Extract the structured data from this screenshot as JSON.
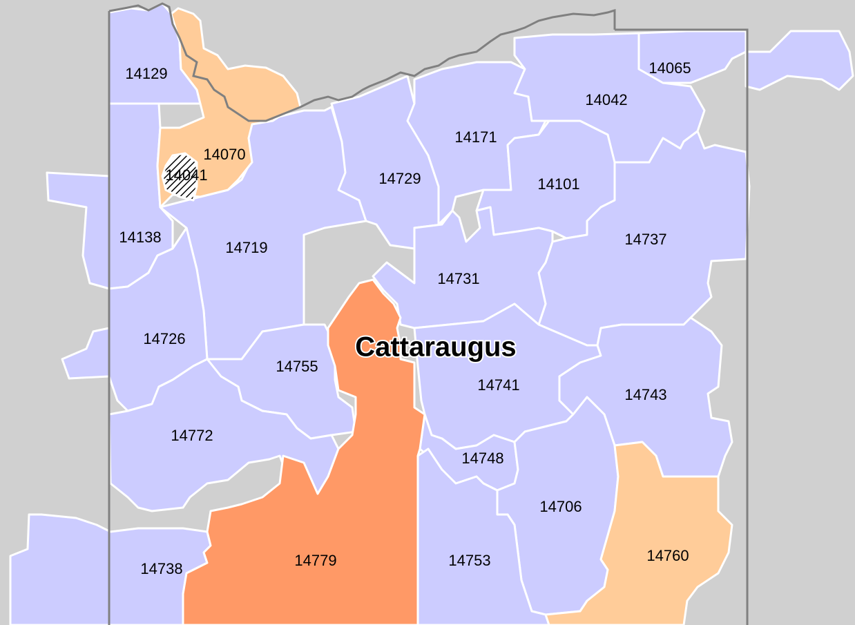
{
  "map": {
    "county_label": "Cattaraugus",
    "colors": {
      "background": "#d0d0d0",
      "default_zone": "#ccccff",
      "light_orange_zone": "#ffcc99",
      "dark_orange_zone": "#ff9966",
      "zone_border": "#ffffff",
      "county_border": "#808080"
    },
    "zip_codes": [
      {
        "id": "14129",
        "label": "14129",
        "fill": "default"
      },
      {
        "id": "14070",
        "label": "14070",
        "fill": "light-orange"
      },
      {
        "id": "14041",
        "label": "14041",
        "fill": "hatched"
      },
      {
        "id": "14138",
        "label": "14138",
        "fill": "default"
      },
      {
        "id": "14719",
        "label": "14719",
        "fill": "default"
      },
      {
        "id": "14729",
        "label": "14729",
        "fill": "default"
      },
      {
        "id": "14171",
        "label": "14171",
        "fill": "default"
      },
      {
        "id": "14101",
        "label": "14101",
        "fill": "default"
      },
      {
        "id": "14042",
        "label": "14042",
        "fill": "default"
      },
      {
        "id": "14065",
        "label": "14065",
        "fill": "default"
      },
      {
        "id": "14737",
        "label": "14737",
        "fill": "default"
      },
      {
        "id": "14731",
        "label": "14731",
        "fill": "default"
      },
      {
        "id": "14726",
        "label": "14726",
        "fill": "default"
      },
      {
        "id": "14755",
        "label": "14755",
        "fill": "default"
      },
      {
        "id": "14741",
        "label": "14741",
        "fill": "default"
      },
      {
        "id": "14743",
        "label": "14743",
        "fill": "default"
      },
      {
        "id": "14772",
        "label": "14772",
        "fill": "default"
      },
      {
        "id": "14748",
        "label": "14748",
        "fill": "default"
      },
      {
        "id": "14706",
        "label": "14706",
        "fill": "default"
      },
      {
        "id": "14738",
        "label": "14738",
        "fill": "default"
      },
      {
        "id": "14779",
        "label": "14779",
        "fill": "dark-orange"
      },
      {
        "id": "14753",
        "label": "14753",
        "fill": "default"
      },
      {
        "id": "14760",
        "label": "14760",
        "fill": "light-orange"
      }
    ]
  }
}
